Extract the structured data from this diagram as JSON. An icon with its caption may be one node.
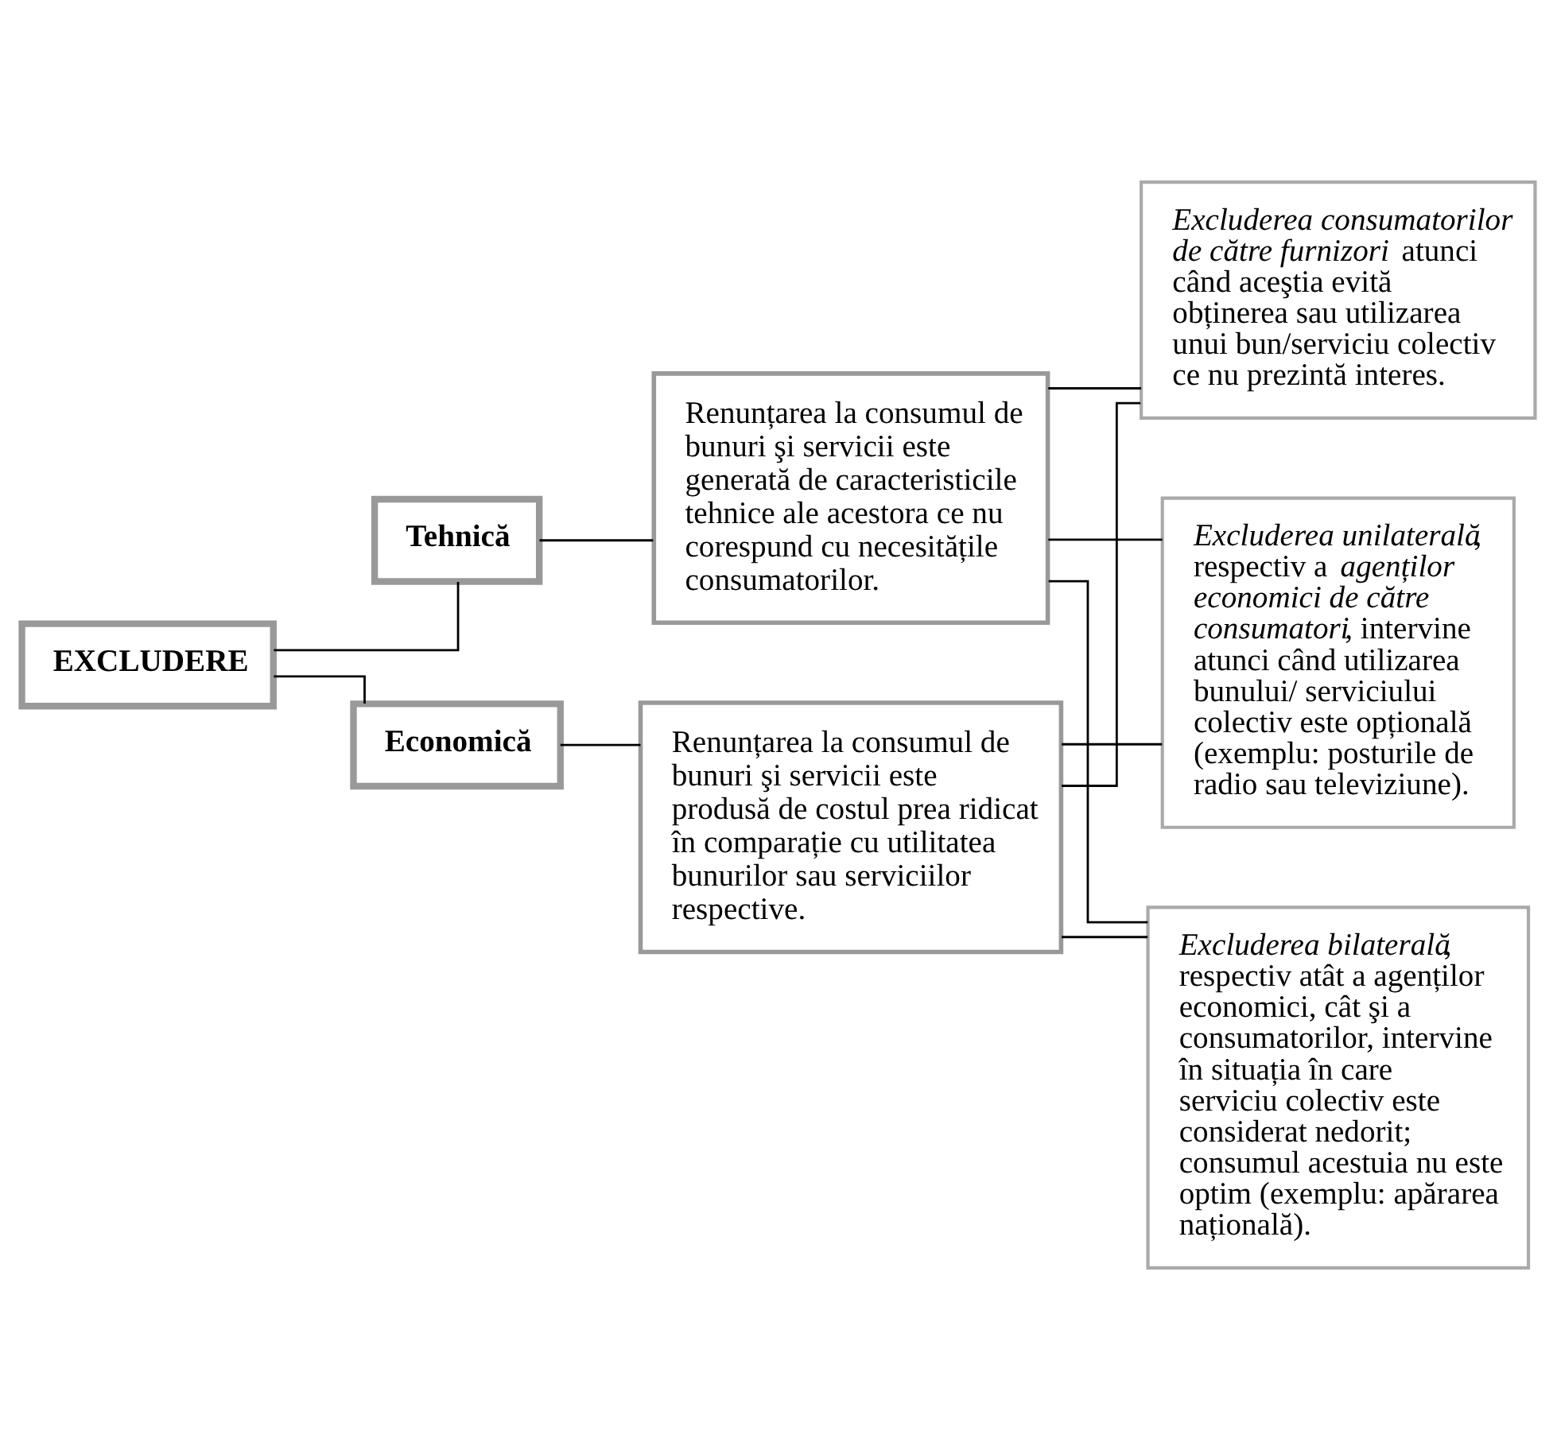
{
  "diagram": {
    "nodes": [
      {
        "text": [
          "EXCLUDERE"
        ]
      },
      {
        "text": [
          "Tehnică"
        ]
      },
      {
        "text": [
          "Economică"
        ]
      },
      {
        "text": [
          "Renunțarea la consumul de bunuri şi servicii este generată de caracteristicile tehnice ale acestora ce nu corespund cu necesitățile consumatorilor."
        ]
      },
      {
        "text": [
          "Renunțarea la consumul de bunuri şi servicii este produsă de costul prea ridicat în comparație cu utilitatea bunurilor sau serviciilor respective."
        ]
      },
      {
        "text": [
          "*Excluderea consumatorilor de către furnizori* atunci când aceştia evită obținerea sau utilizarea unui bun/serviciu colectiv ce nu prezintă interes."
        ]
      },
      {
        "text": [
          "*Excluderea unilaterală*, respectiv a *agenților economici de către consumatori*, intervine atunci când utilizarea bunului/ serviciului colectiv este opțională (exemplu: posturile de radio sau televiziune)."
        ]
      },
      {
        "text": [
          "*Excluderea bilaterală*, respectiv atât a agenților economici, cât şi a consumatorilor, intervine în situația în care serviciu colectiv este considerat nedorit; consumul acestuia nu este optim (exemplu: apărarea națională)."
        ]
      }
    ],
    "edges": [
      {
        "from": 0,
        "to": 1,
        "arrow": "none"
      },
      {
        "from": 0,
        "to": 2,
        "arrow": "none"
      },
      {
        "from": 1,
        "to": 3,
        "arrow": "none"
      },
      {
        "from": 2,
        "to": 4,
        "arrow": "none"
      },
      {
        "from": 3,
        "to": 5,
        "arrow": "none"
      },
      {
        "from": 3,
        "to": 6,
        "arrow": "none"
      },
      {
        "from": 3,
        "to": 7,
        "arrow": "none"
      },
      {
        "from": 4,
        "to": 5,
        "arrow": "none"
      },
      {
        "from": 4,
        "to": 6,
        "arrow": "none"
      },
      {
        "from": 4,
        "to": 7,
        "arrow": "none"
      }
    ]
  }
}
